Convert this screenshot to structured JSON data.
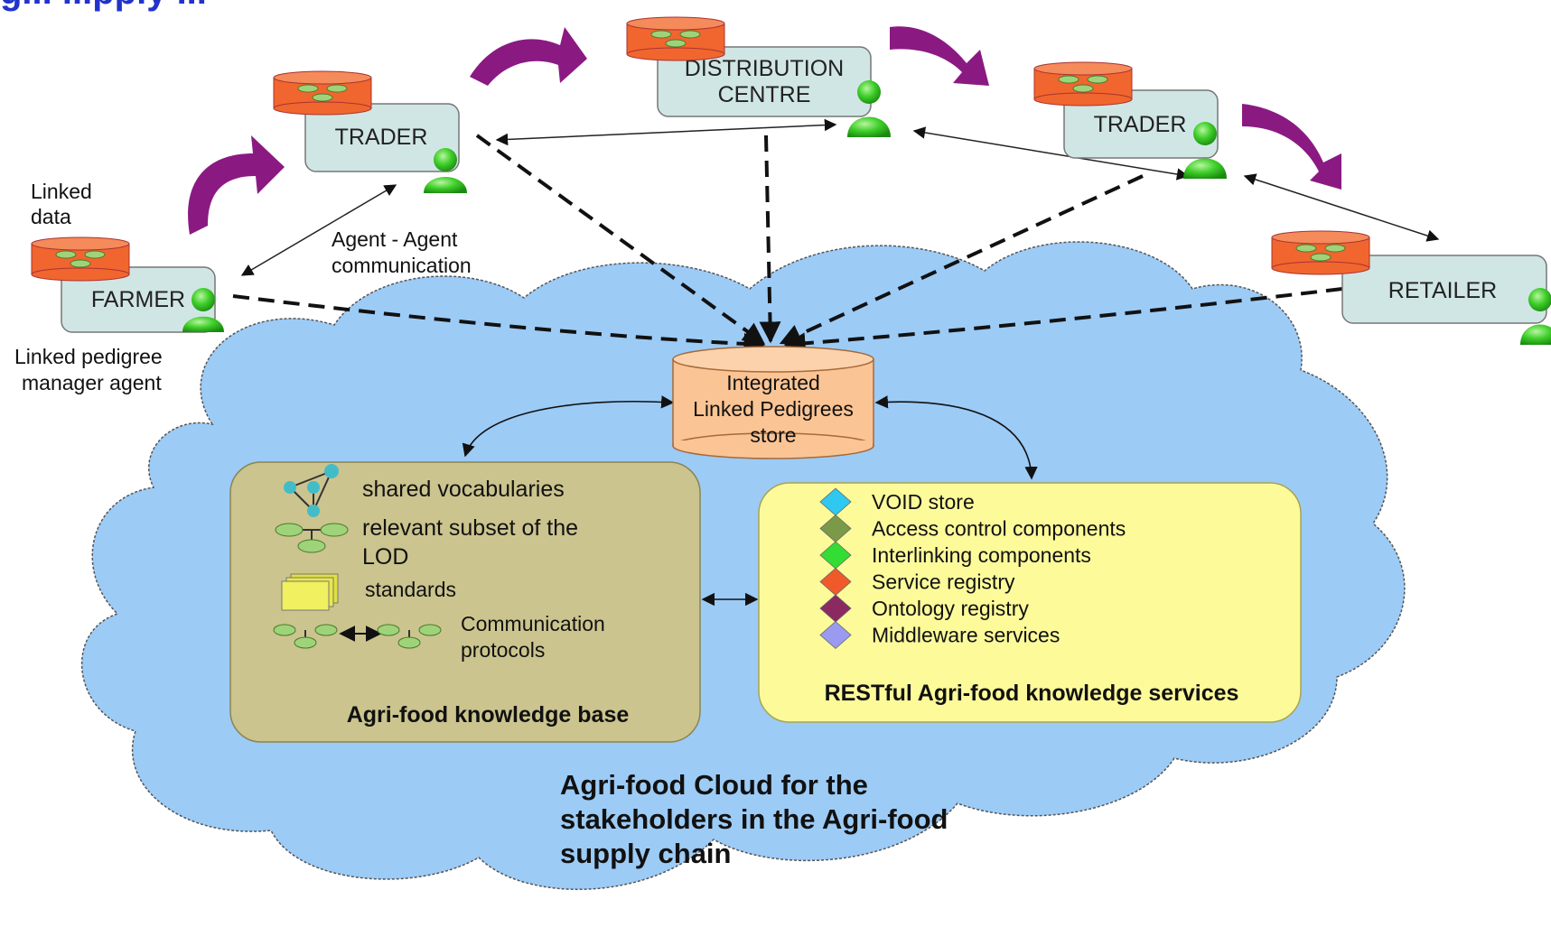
{
  "header": {
    "partial_title": "g... ...pply ..."
  },
  "nodes": {
    "farmer": "FARMER",
    "trader_left": "TRADER",
    "distribution_line1": "DISTRIBUTION",
    "distribution_line2": "CENTRE",
    "trader_right": "TRADER",
    "retailer": "RETAILER"
  },
  "annotations": {
    "linked_data_line1": "Linked",
    "linked_data_line2": "data",
    "agent_comm_line1": "Agent -  Agent",
    "agent_comm_line2": "communication",
    "pedigree_agent_line1": "Linked pedigree",
    "pedigree_agent_line2": "manager agent"
  },
  "store": {
    "line1": "Integrated",
    "line2": "Linked Pedigrees",
    "line3": "store"
  },
  "knowledge_base": {
    "title": "Agri-food knowledge base",
    "items": [
      {
        "icon": "graph-icon",
        "label_line1": "shared vocabularies",
        "label_line2": ""
      },
      {
        "icon": "lod-icon",
        "label_line1": "relevant subset of the",
        "label_line2": "LOD"
      },
      {
        "icon": "documents-icon",
        "label_line1": "standards",
        "label_line2": ""
      },
      {
        "icon": "protocol-icon",
        "label_line1": "Communication",
        "label_line2": "protocols"
      }
    ]
  },
  "services": {
    "title": "RESTful Agri-food knowledge services",
    "items": [
      {
        "label": "VOID store",
        "color": "#2ec8f0"
      },
      {
        "label": "Access control components",
        "color": "#7a9a4a"
      },
      {
        "label": "Interlinking components",
        "color": "#33dd33"
      },
      {
        "label": "Service registry",
        "color": "#f05a2a"
      },
      {
        "label": "Ontology registry",
        "color": "#8a2a60"
      },
      {
        "label": "Middleware services",
        "color": "#9a9af0"
      }
    ]
  },
  "cloud": {
    "line1": "Agri-food Cloud for the",
    "line2": "stakeholders in the Agri-food",
    "line3": "supply chain"
  },
  "colors": {
    "cloud_fill": "#9ccbf6",
    "node_fill": "#d0e6e4",
    "db_fill": "#f0662e",
    "store_fill": "#fbc494",
    "kb_fill": "#cbc48e",
    "services_fill": "#fdfa9a",
    "flow_arrow": "#8a1a82",
    "agent_green": "#2fbf1f",
    "title_blue": "#2233cc"
  }
}
